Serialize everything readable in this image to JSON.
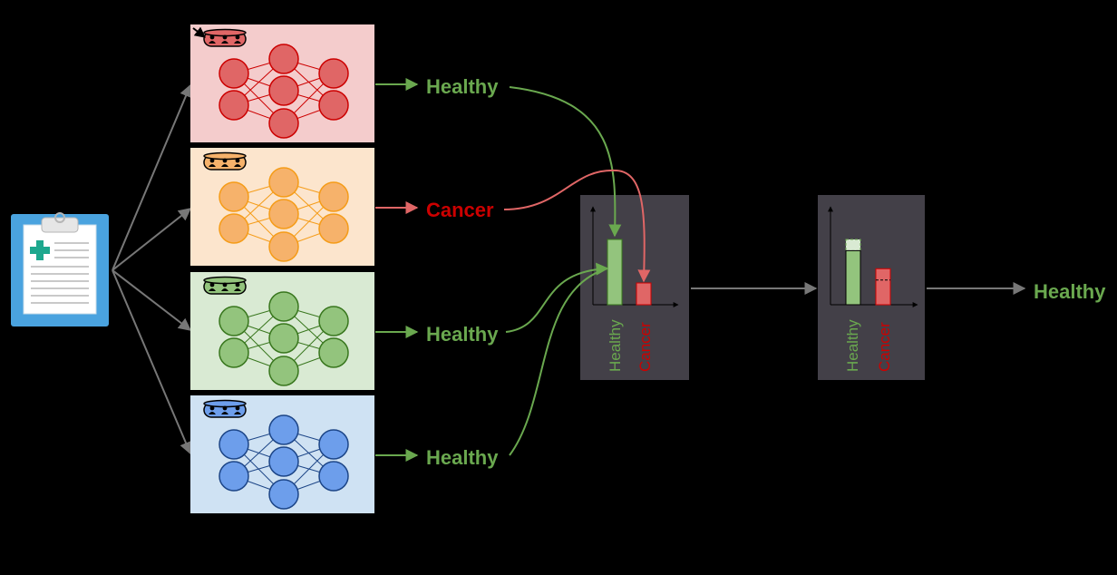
{
  "colors": {
    "background": "#000000",
    "healthy": "#6aa84f",
    "cancer": "#cc0000",
    "cancer_arrow": "#e06666",
    "arrow_gray": "#777777",
    "chart_panel": "#434048",
    "model_red": {
      "bg": "#f4cccc",
      "node": "#e06666",
      "edge": "#cc0000"
    },
    "model_orange": {
      "bg": "#fce5cd",
      "node": "#f6b26b",
      "edge": "#f59c18"
    },
    "model_green": {
      "bg": "#d9ead3",
      "node": "#93c47d",
      "edge": "#38761d"
    },
    "model_blue": {
      "bg": "#cfe2f3",
      "node": "#6d9eeb",
      "edge": "#1c4587"
    }
  },
  "input": {
    "icon": "medical-clipboard-icon"
  },
  "models": [
    {
      "key": "red",
      "prediction": "Healthy",
      "pred_class": "healthy"
    },
    {
      "key": "orange",
      "prediction": "Cancer",
      "pred_class": "cancer"
    },
    {
      "key": "green",
      "prediction": "Healthy",
      "pred_class": "healthy"
    },
    {
      "key": "blue",
      "prediction": "Healthy",
      "pred_class": "healthy"
    }
  ],
  "vote_chart": {
    "categories": [
      "Healthy",
      "Cancer"
    ],
    "values": [
      3,
      1
    ]
  },
  "weighted_chart": {
    "categories": [
      "Healthy",
      "Cancer"
    ],
    "values": [
      2.4,
      1.6
    ],
    "previous_values": [
      2.9,
      1.1
    ]
  },
  "output": {
    "prediction": "Healthy"
  }
}
